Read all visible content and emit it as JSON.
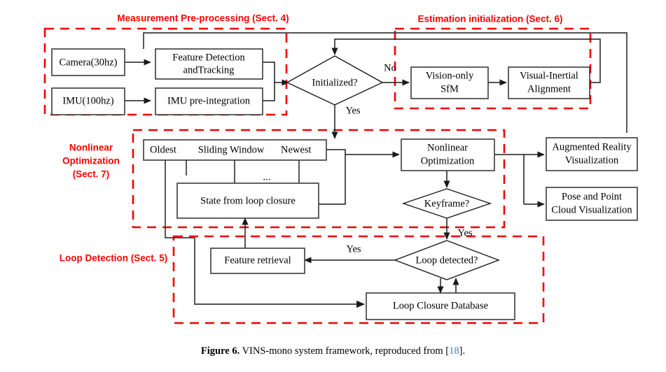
{
  "figure": {
    "caption_label": "Figure 6.",
    "caption_text": " VINS-mono system framework, reproduced from [",
    "caption_ref": "18",
    "caption_tail": "]."
  },
  "groups": [
    {
      "id": "measurement-preprocessing",
      "label": "Measurement Pre-processing (Sect. 4)",
      "color": "#ff0000"
    },
    {
      "id": "estimation-initialization",
      "label": "Estimation initialization (Sect. 6)",
      "color": "#ff0000"
    },
    {
      "id": "nonlinear-optimization",
      "label_line1": "Nonlinear",
      "label_line2": "Optimization",
      "label_line3": "(Sect. 7)",
      "color": "#ff0000"
    },
    {
      "id": "loop-detection",
      "label": "Loop Detection (Sect. 5)",
      "color": "#ff0000"
    }
  ],
  "nodes": {
    "camera": {
      "label": "Camera(30hz)"
    },
    "imu": {
      "label": "IMU(100hz)"
    },
    "feature_detection": {
      "line1": "Feature Detection",
      "line2": "andTracking"
    },
    "imu_preintegration": {
      "label": "IMU pre-integration"
    },
    "initialized": {
      "label": "Initialized?"
    },
    "vision_only_sfm": {
      "line1": "Vision-only",
      "line2": "SfM"
    },
    "visual_inertial_alignment": {
      "line1": "Visual-Inertial",
      "line2": "Alignment"
    },
    "sliding_window": {
      "oldest": "Oldest",
      "title": "Sliding Window",
      "newest": "Newest",
      "ellipsis": "..."
    },
    "state_loop_closure": {
      "label": "State from loop closure"
    },
    "nonlinear_optimization": {
      "line1": "Nonlinear",
      "line2": "Optimization"
    },
    "keyframe": {
      "label": "Keyframe?"
    },
    "augmented_reality": {
      "line1": "Augmented Reality",
      "line2": "Visualization"
    },
    "pose_point_cloud": {
      "line1": "Pose and Point",
      "line2": "Cloud Visualization"
    },
    "loop_detected": {
      "label": "Loop detected?"
    },
    "feature_retrieval": {
      "label": "Feature retrieval"
    },
    "loop_closure_db": {
      "label": "Loop Closure Database"
    }
  },
  "edge_labels": {
    "initialized_no": "No",
    "initialized_yes": "Yes",
    "keyframe_yes": "Yes",
    "loop_detected_yes": "Yes"
  },
  "colors": {
    "group_outline": "#ff0000",
    "node_outline": "#3a3a3a",
    "connector": "#1a1a1a",
    "reference_link": "#3a7cc4",
    "background": "#ffffff"
  }
}
